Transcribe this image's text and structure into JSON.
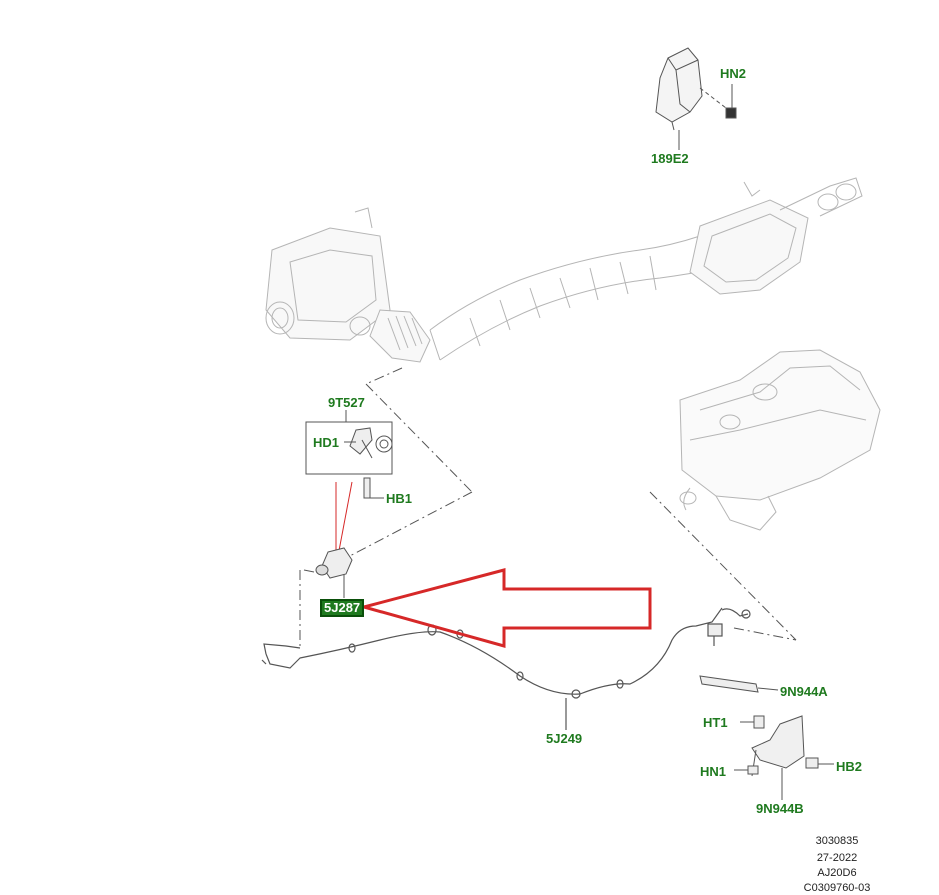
{
  "callouts": {
    "c189e2": "189E2",
    "hn2": "HN2",
    "c9t527": "9T527",
    "hd1": "HD1",
    "hb1": "HB1",
    "c5j287": "5J287",
    "c5j249": "5J249",
    "c9n944a": "9N944A",
    "ht1": "HT1",
    "hn1": "HN1",
    "hb2": "HB2",
    "c9n944b": "9N944B"
  },
  "reference": {
    "line1": "3030835",
    "line2": "27-2022",
    "line3": "AJ20D6",
    "line4": "C0309760-03"
  },
  "colors": {
    "callout_text": "#1f7a1f",
    "highlight_bg": "#1f7a1f",
    "arrow": "#d62828",
    "linework": "#555555",
    "faint_linework": "#b5b5b5"
  },
  "icons": [
    "exhaust-system-drawing",
    "fuel-tank-drawing",
    "heat-shield-drawing",
    "sensor-drawing",
    "wiring-harness-drawing",
    "bracket-drawing",
    "red-pointer-arrow"
  ]
}
